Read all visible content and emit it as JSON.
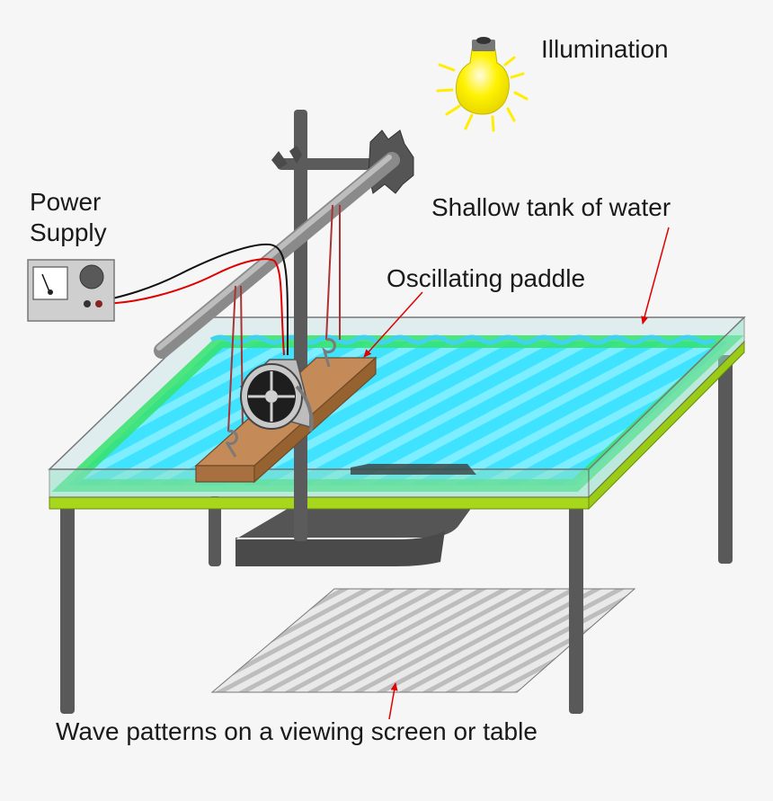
{
  "labels": {
    "illumination": "Illumination",
    "power_supply_line1": "Power",
    "power_supply_line2": "Supply",
    "shallow_tank": "Shallow tank of water",
    "oscillating_paddle": "Oscillating paddle",
    "wave_patterns": "Wave patterns on a viewing screen or table"
  },
  "colors": {
    "background": "#f6f6f6",
    "water": "#3fe3ff",
    "water_edge": "#35e26b",
    "table_top": "#a6d71c",
    "metal": "#5b5b5b",
    "paddle": "#b77a4a",
    "bulb": "#fff200",
    "arrow": "#e00000",
    "wire_red": "#e00000",
    "wire_black": "#111111"
  }
}
